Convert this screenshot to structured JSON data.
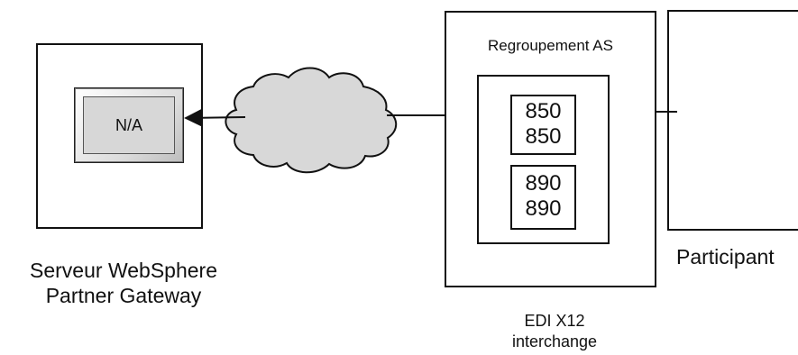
{
  "diagram": {
    "server": {
      "title_line1": "Serveur WebSphere",
      "title_line2": "Partner Gateway",
      "node_label": "N/A"
    },
    "as_group": {
      "title": "Regroupement AS",
      "documents": [
        {
          "line1": "850",
          "line2": "850"
        },
        {
          "line1": "890",
          "line2": "890"
        }
      ],
      "caption_line1": "EDI X12",
      "caption_line2": "interchange"
    },
    "participant": {
      "label": "Participant"
    },
    "network": {
      "icon": "cloud-icon"
    },
    "colors": {
      "cloud_fill": "#d8d8d8",
      "button_face": "#d7d7d7",
      "lines": "#111111"
    }
  }
}
